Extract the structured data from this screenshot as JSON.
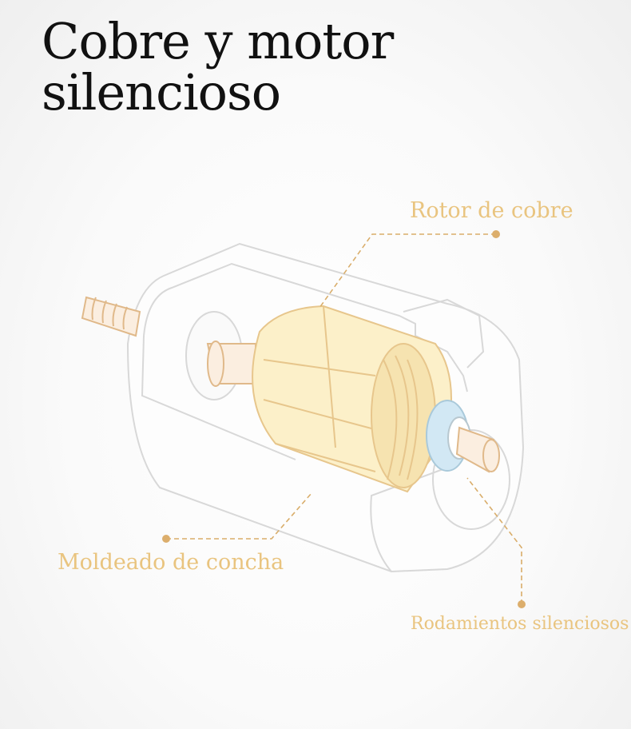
{
  "title": {
    "line1": "Cobre y motor",
    "line2": "silencioso"
  },
  "callouts": {
    "rotor": "Rotor de cobre",
    "shell": "Moldeado de concha",
    "bearings": "Rodamientos silenciosos"
  },
  "colors": {
    "accent": "#e9c47f",
    "leader": "#d9ad6a",
    "copper": "#fbefc8",
    "bearing": "#cfe6f3",
    "housing": "#dcdcdc"
  }
}
